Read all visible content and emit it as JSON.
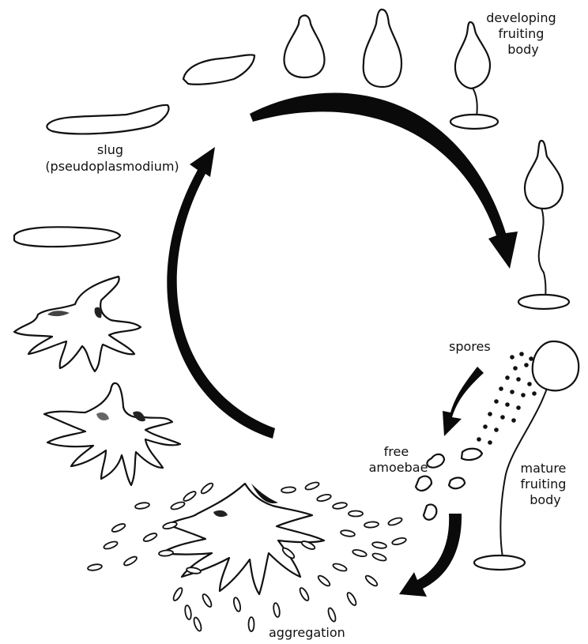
{
  "labels": {
    "developing": [
      "developing",
      "fruiting",
      "body"
    ],
    "slug": [
      "slug",
      "(pseudoplasmodium)"
    ],
    "spores": "spores",
    "free_amoebae": [
      "free",
      "amoebae"
    ],
    "mature": [
      "mature",
      "fruiting",
      "body"
    ],
    "aggregation": "aggregation"
  },
  "colors": {
    "ink": "#111111",
    "paper": "#ffffff"
  }
}
